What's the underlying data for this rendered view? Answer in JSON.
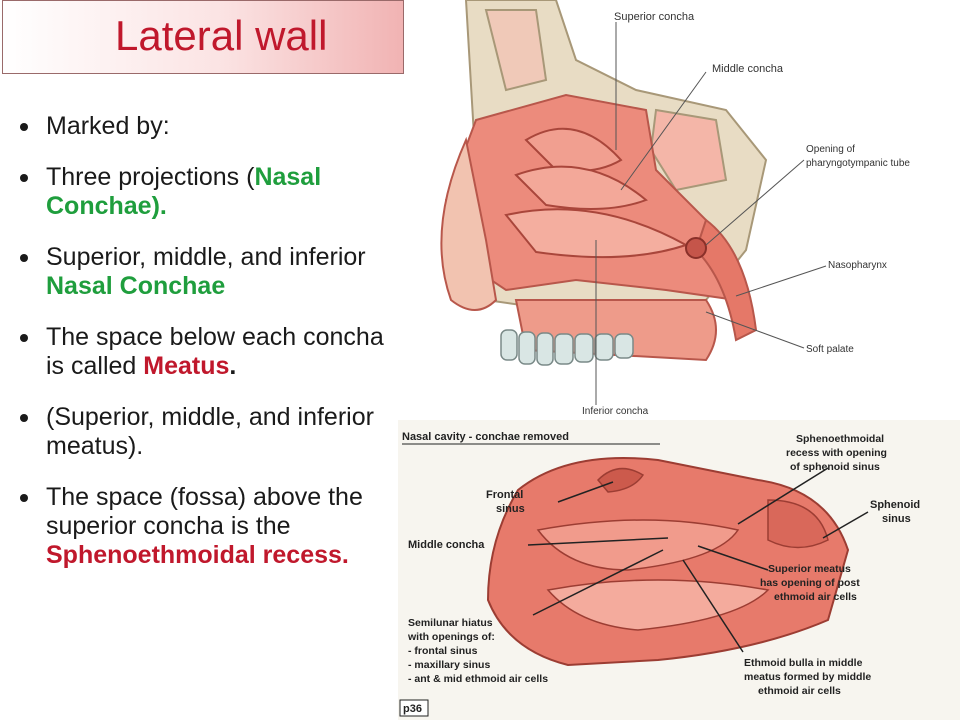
{
  "slide": {
    "title": "Lateral wall",
    "bullets": [
      {
        "text": "Marked by:"
      },
      {
        "pre": "Three projections (",
        "em": "Nasal Conchae).",
        "em_class": "green"
      },
      {
        "pre": "Superior, middle, and inferior ",
        "em": "Nasal Conchae",
        "em_class": "green"
      },
      {
        "pre": "The space below each concha is called ",
        "em": "Meatus",
        "em_class": "red",
        "post": "."
      },
      {
        "text": "(Superior, middle, and inferior meatus)."
      },
      {
        "pre": "The space (fossa) above the superior concha is the ",
        "em": "Sphenoethmoidal recess.",
        "em_class": "red"
      }
    ]
  },
  "figure_top": {
    "labels": {
      "superior_concha": "Superior concha",
      "middle_concha": "Middle concha",
      "opening_line1": "Opening of",
      "opening_line2": "pharyngotympanic tube",
      "nasopharynx": "Nasopharynx",
      "soft_palate": "Soft palate",
      "inferior_concha": "Inferior concha"
    }
  },
  "figure_bottom": {
    "caption": "Nasal cavity - conchae removed",
    "page_ref": "p36",
    "labels": {
      "spheno_l1": "Sphenoethmoidal",
      "spheno_l2": "recess with opening",
      "spheno_l3": "of sphenoid sinus",
      "frontal_l1": "Frontal",
      "frontal_l2": "sinus",
      "sphenoid_l1": "Sphenoid",
      "sphenoid_l2": "sinus",
      "middle_concha": "Middle concha",
      "supmeatus_l1": "Superior meatus",
      "supmeatus_l2": "has opening of post",
      "supmeatus_l3": "ethmoid air cells",
      "semilunar_l1": "Semilunar hiatus",
      "semilunar_l2": "with openings of:",
      "semilunar_l3": "- frontal sinus",
      "semilunar_l4": "- maxillary sinus",
      "semilunar_l5": "- ant & mid ethmoid air cells",
      "ethmoid_l1": "Ethmoid bulla in middle",
      "ethmoid_l2": "meatus formed by middle",
      "ethmoid_l3": "ethmoid air cells"
    }
  }
}
